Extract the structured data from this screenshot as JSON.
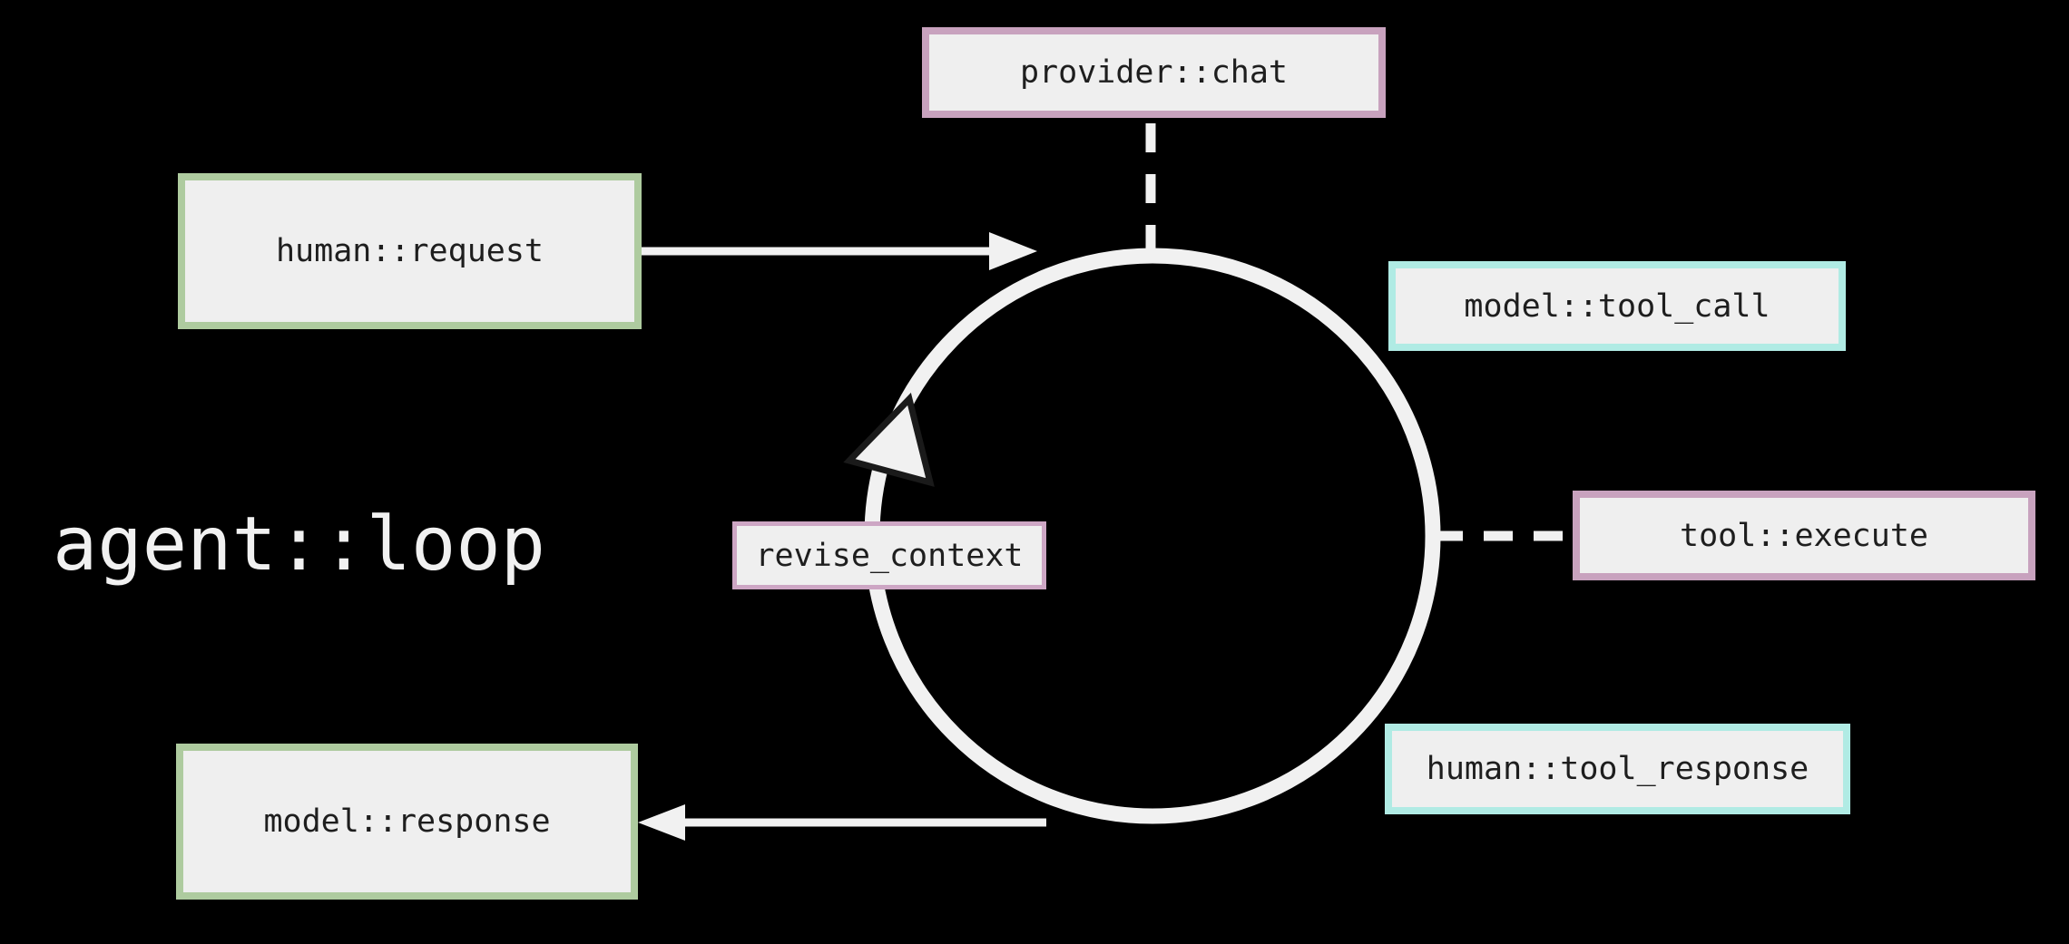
{
  "title": "agent::loop",
  "colors": {
    "background": "#000000",
    "node_fill": "#efefef",
    "node_text": "#1e1e1e",
    "line": "#f1f1f1",
    "green_accent": "#aecb9f",
    "pink_accent": "#c8a2be",
    "cyan_accent": "#b0ebe4",
    "arrowhead_outline": "#1a1a1a"
  },
  "nodes": {
    "provider_chat": {
      "label": "provider::chat",
      "accent": "#c8a2be",
      "connector": "dashed"
    },
    "human_request": {
      "label": "human::request",
      "accent": "#aecb9f",
      "connector": "solid-arrow-into-loop"
    },
    "model_tool_call": {
      "label": "model::tool_call",
      "accent": "#b0ebe4",
      "connector": "none"
    },
    "tool_execute": {
      "label": "tool::execute",
      "accent": "#c8a2be",
      "connector": "dashed"
    },
    "human_tool_response": {
      "label": "human::tool_response",
      "accent": "#b0ebe4",
      "connector": "none"
    },
    "model_response": {
      "label": "model::response",
      "accent": "#aecb9f",
      "connector": "solid-arrow-out-of-loop"
    },
    "revise_context": {
      "label": "revise_context",
      "accent": "#cda6c4",
      "connector": "on-loop"
    }
  }
}
